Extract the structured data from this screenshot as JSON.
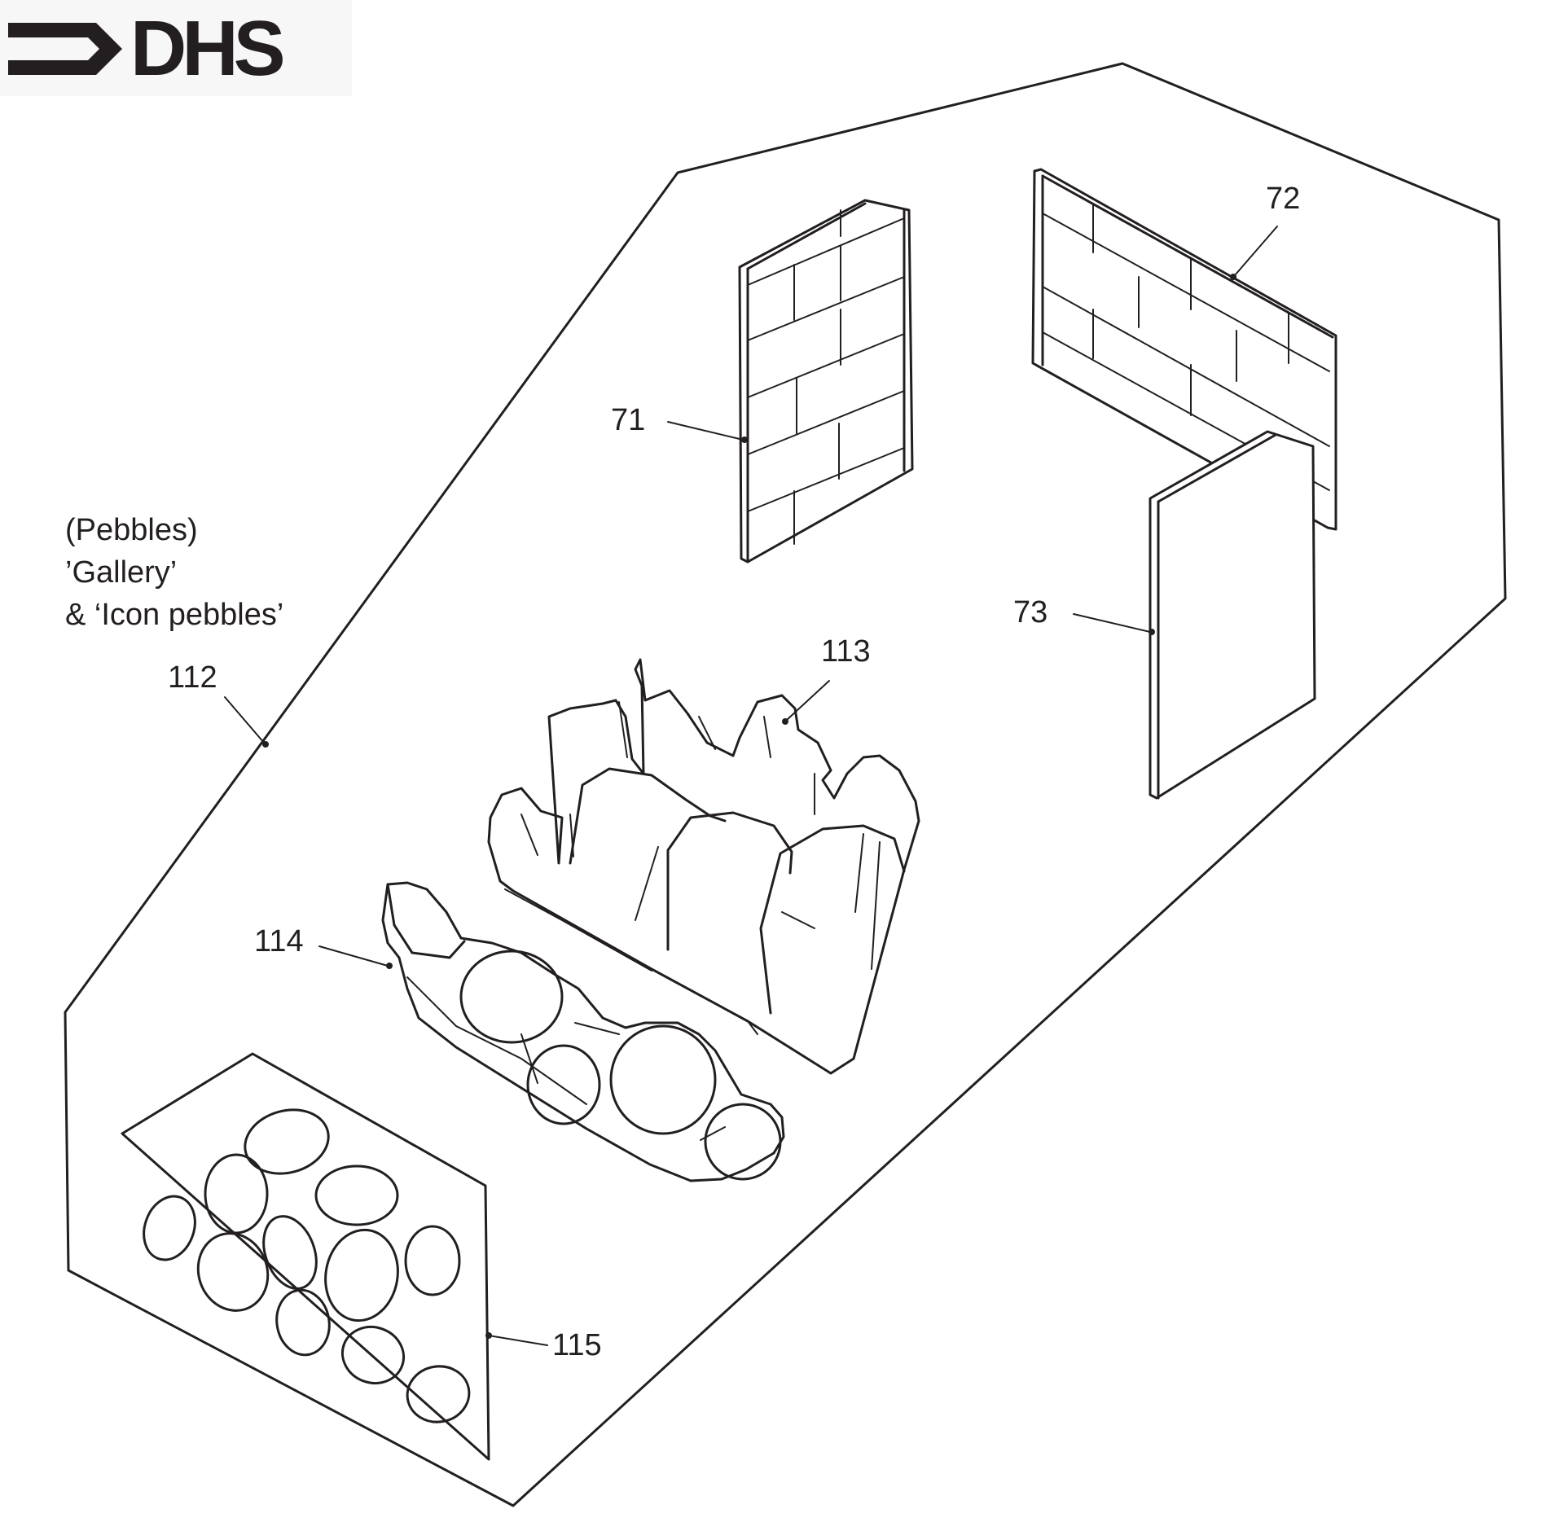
{
  "logo": {
    "text": "DHS",
    "color": "#231f20"
  },
  "caption": {
    "line1": "(Pebbles)",
    "line2": "’Gallery’",
    "line3": "& ‘Icon pebbles’"
  },
  "labels": {
    "tray": "112",
    "gallery": "113",
    "icon_pebbles": "114",
    "loose_pebbles": "115",
    "left_panel": "71",
    "back_panel": "72",
    "right_panel": "73"
  }
}
